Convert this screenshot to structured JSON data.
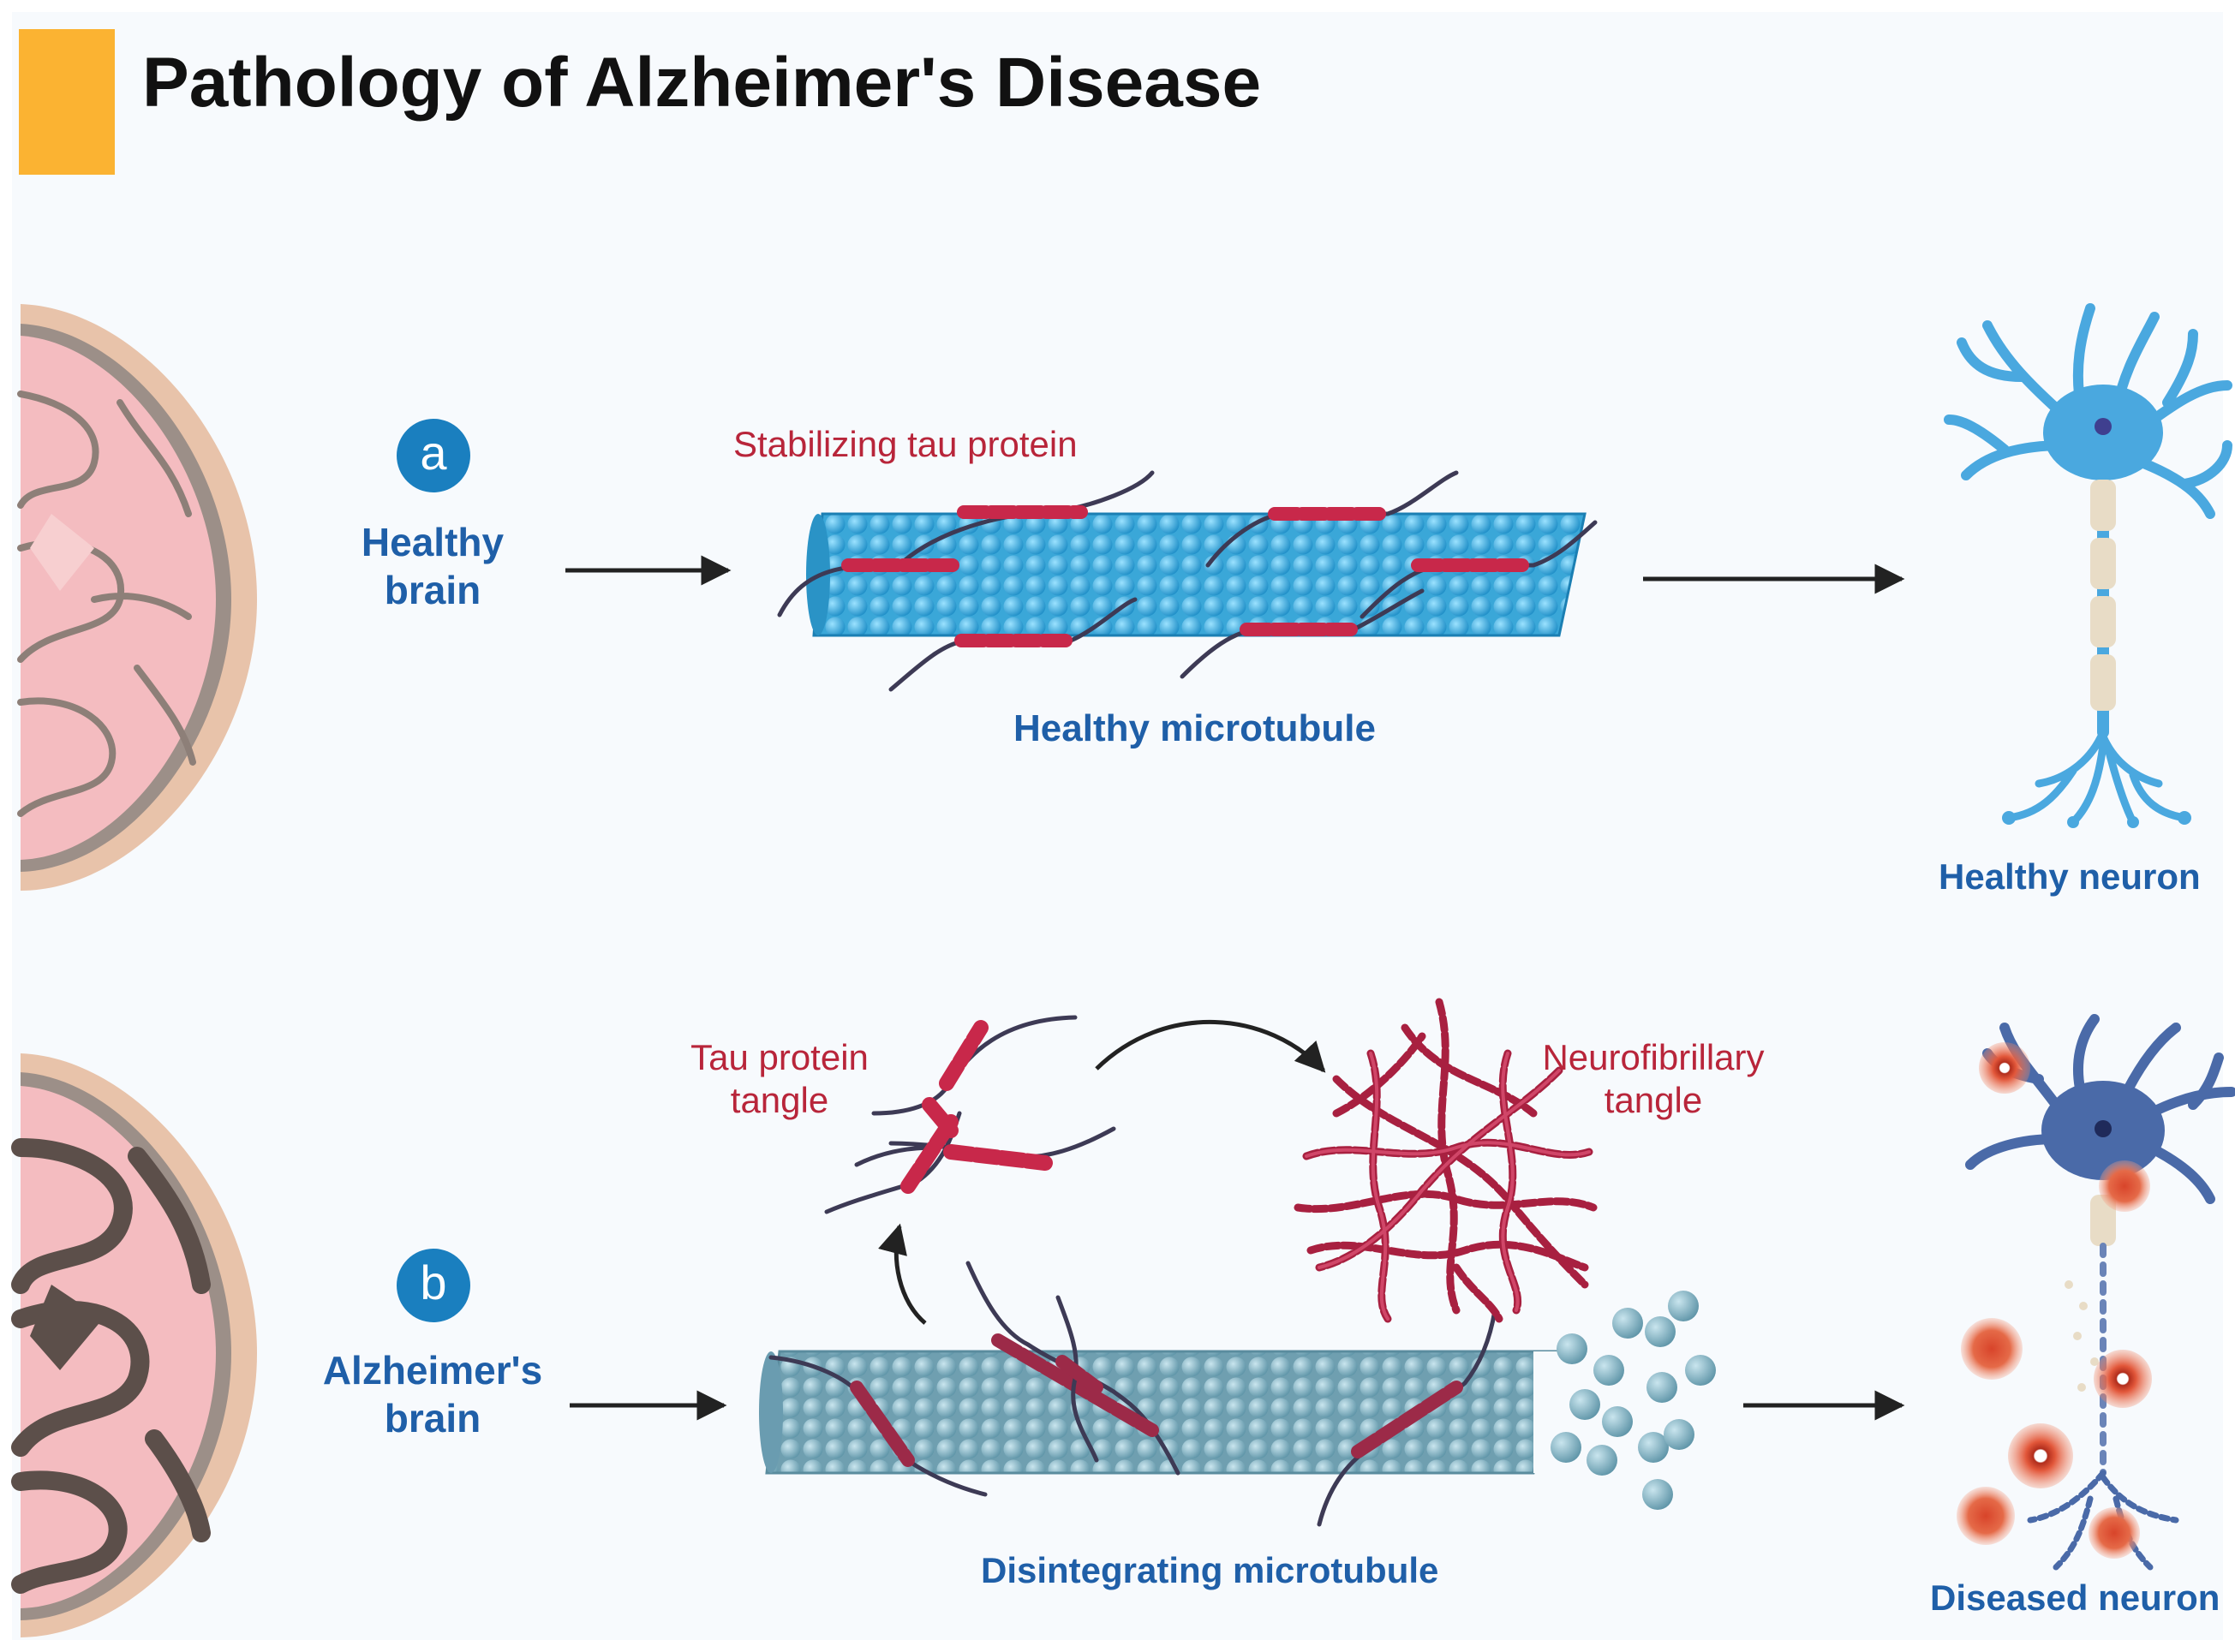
{
  "title": "Pathology of Alzheimer's Disease",
  "colors": {
    "accent_orange": "#fbb332",
    "label_blue": "#1f5fa8",
    "label_red": "#b8253a",
    "badge_blue": "#1a7fbf",
    "healthy_tubule": "#4cb8e4",
    "diseased_tubule": "#7fb2c2",
    "tau_red": "#c8284a"
  },
  "panel_a": {
    "badge": "a",
    "brain_label": [
      "Healthy",
      "brain"
    ],
    "tau_label": "Stabilizing tau protein",
    "microtubule_label": "Healthy microtubule",
    "neuron_label": "Healthy neuron"
  },
  "panel_b": {
    "badge": "b",
    "brain_label": [
      "Alzheimer's",
      "brain"
    ],
    "tangle_label": [
      "Tau protein",
      "tangle"
    ],
    "nft_label": [
      "Neurofibrillary",
      "tangle"
    ],
    "microtubule_label": "Disintegrating microtubule",
    "neuron_label": "Diseased neuron"
  },
  "icons": [
    "brain-section-icon",
    "microtubule-icon",
    "tau-protein-icon",
    "neuron-icon",
    "amyloid-plaque-icon",
    "arrow-right-icon"
  ]
}
